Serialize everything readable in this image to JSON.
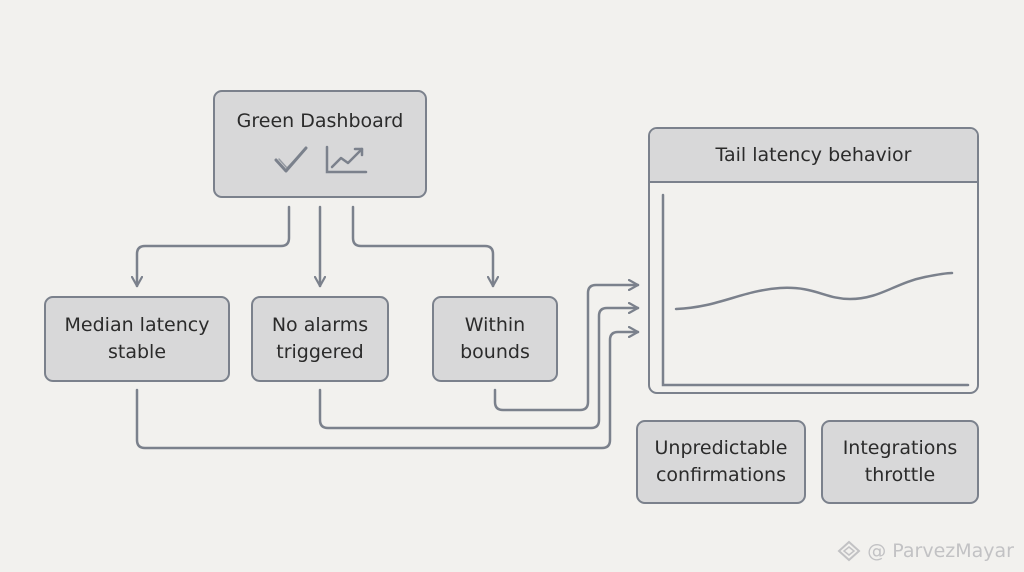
{
  "dashboard": {
    "title": "Green Dashboard",
    "icons": [
      "checkmark-icon",
      "trend-chart-icon"
    ]
  },
  "signals": [
    {
      "line1": "Median latency",
      "line2": "stable"
    },
    {
      "line1": "No alarms",
      "line2": "triggered"
    },
    {
      "line1": "Within",
      "line2": "bounds"
    }
  ],
  "panel": {
    "title": "Tail latency behavior"
  },
  "outcomes": [
    {
      "line1": "Unpredictable",
      "line2": "confirmations"
    },
    {
      "line1": "Integrations",
      "line2": "throttle"
    }
  ],
  "watermark": {
    "text": "@ ParvezMayar"
  },
  "colors": {
    "box_fill": "#d8d8d9",
    "stroke": "#7b818c",
    "background": "#f2f1ee"
  }
}
